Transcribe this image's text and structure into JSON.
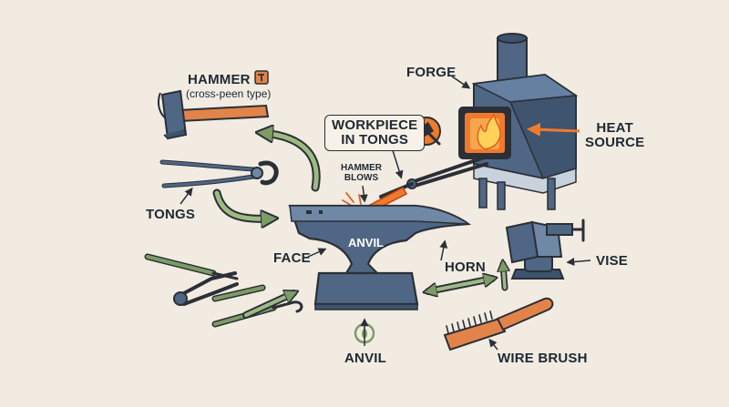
{
  "labels": {
    "hammer": "HAMMER",
    "hammer_sub": "(cross-peen type)",
    "forge": "FORGE",
    "workpiece_line1": "WORKPIECE",
    "workpiece_line2": "IN TONGS",
    "heat_line1": "HEAT",
    "heat_line2": "SOURCE",
    "blows_line1": "HAMMER",
    "blows_line2": "BLOWS",
    "tongs": "TONGS",
    "anvil_body": "ANVIL",
    "face": "FACE",
    "horn": "HORN",
    "vise": "VISE",
    "anvil_bottom": "ANVIL",
    "wire_brush": "WIRE BRUSH"
  },
  "icons": [
    "hammer-icon",
    "tongs-icon",
    "anvil-icon",
    "forge-icon",
    "fire-icon",
    "vise-icon",
    "wire-brush-icon",
    "chisel-icon",
    "punch-icon",
    "hook-tool-icon",
    "fire-badge-icon",
    "hammer-badge-icon"
  ],
  "colors": {
    "background": "#f1ebe1",
    "steel_blue": "#4f6785",
    "outline": "#2b2f36",
    "hot_orange": "#f07a2c",
    "flow_green": "#7d9c66",
    "wood_orange": "#e2844a"
  }
}
